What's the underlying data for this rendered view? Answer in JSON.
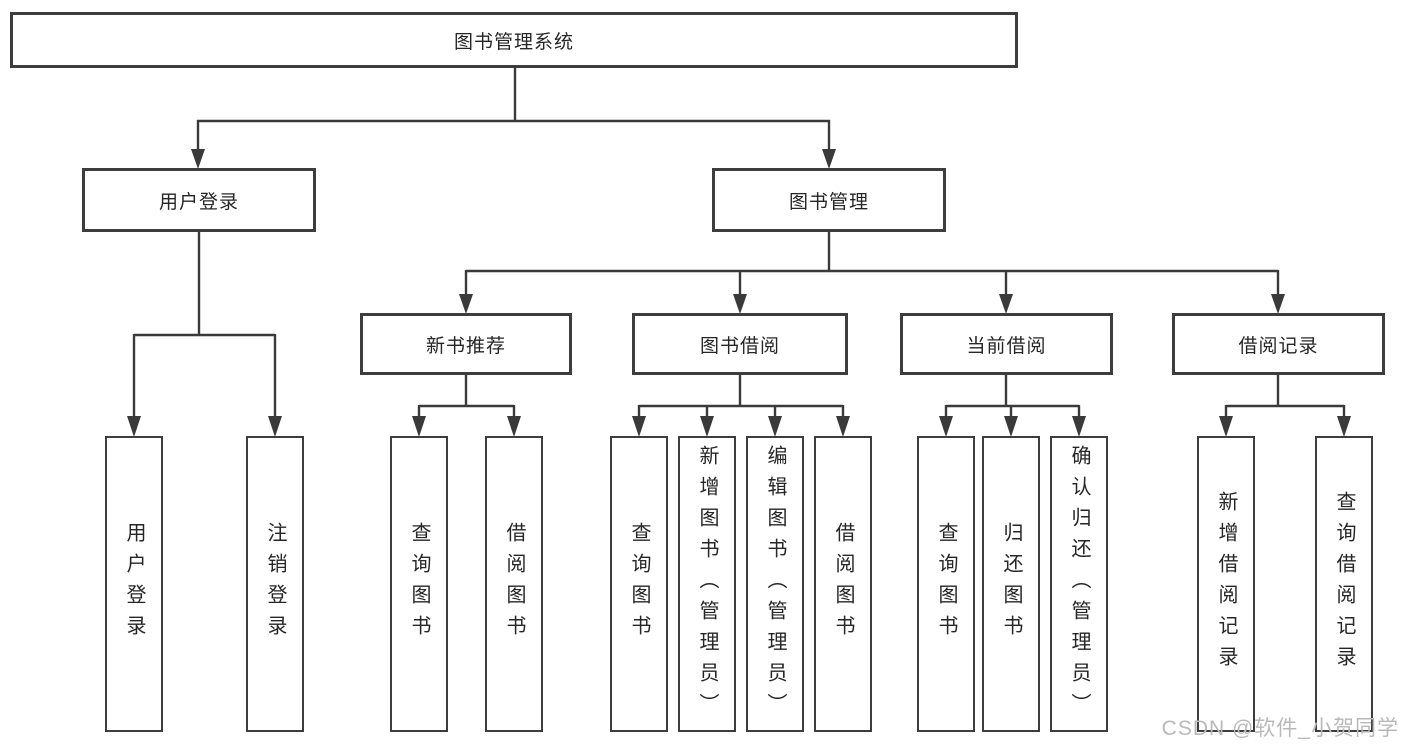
{
  "diagram": {
    "type": "tree",
    "colors": {
      "line": "#3a3a3a",
      "border": "#3d3d3d",
      "text": "#262626",
      "background": "#ffffff",
      "watermark": "#b9b9b9"
    }
  },
  "tree": {
    "label": "图书管理系统",
    "children": [
      {
        "label": "用户登录",
        "children": [
          {
            "label": "用户登录"
          },
          {
            "label": "注销登录"
          }
        ]
      },
      {
        "label": "图书管理",
        "children": [
          {
            "label": "新书推荐",
            "children": [
              {
                "label": "查询图书"
              },
              {
                "label": "借阅图书"
              }
            ]
          },
          {
            "label": "图书借阅",
            "children": [
              {
                "label": "查询图书"
              },
              {
                "label": "新增图书（管理员）"
              },
              {
                "label": "编辑图书（管理员）"
              },
              {
                "label": "借阅图书"
              }
            ]
          },
          {
            "label": "当前借阅",
            "children": [
              {
                "label": "查询图书"
              },
              {
                "label": "归还图书"
              },
              {
                "label": "确认归还（管理员）"
              }
            ]
          },
          {
            "label": "借阅记录",
            "children": [
              {
                "label": "新增借阅记录"
              },
              {
                "label": "查询借阅记录"
              }
            ]
          }
        ]
      }
    ]
  },
  "watermark": {
    "text": "CSDN @软件_小贺同学"
  }
}
